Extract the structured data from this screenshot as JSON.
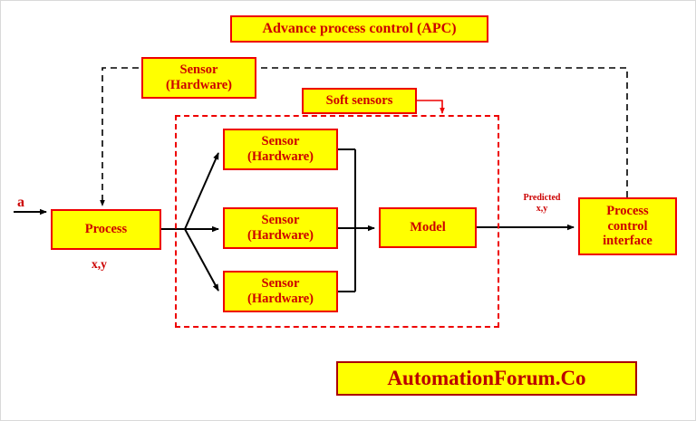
{
  "diagram": {
    "title": "Advance process control (APC)",
    "boxes": {
      "sensor_hw_top_line1": "Sensor",
      "sensor_hw_top_line2": "(Hardware)",
      "soft_sensors": "Soft sensors",
      "process": "Process",
      "sensor_a_line1": "Sensor",
      "sensor_a_line2": "(Hardware)",
      "sensor_b_line1": "Sensor",
      "sensor_b_line2": "(Hardware)",
      "sensor_c_line1": "Sensor",
      "sensor_c_line2": "(Hardware)",
      "model": "Model",
      "pci_line1": "Process",
      "pci_line2": "control",
      "pci_line3": "interface"
    },
    "labels": {
      "input_a": "a",
      "process_output": "x,y",
      "predicted_line1": "Predicted",
      "predicted_line2": "x,y"
    },
    "watermark": "AutomationForum.Co",
    "colors": {
      "box_fill": "#ffff00",
      "box_border": "#ee0000",
      "text": "#cc0000",
      "wire": "#000000",
      "watermark_border": "#aa0000"
    }
  }
}
